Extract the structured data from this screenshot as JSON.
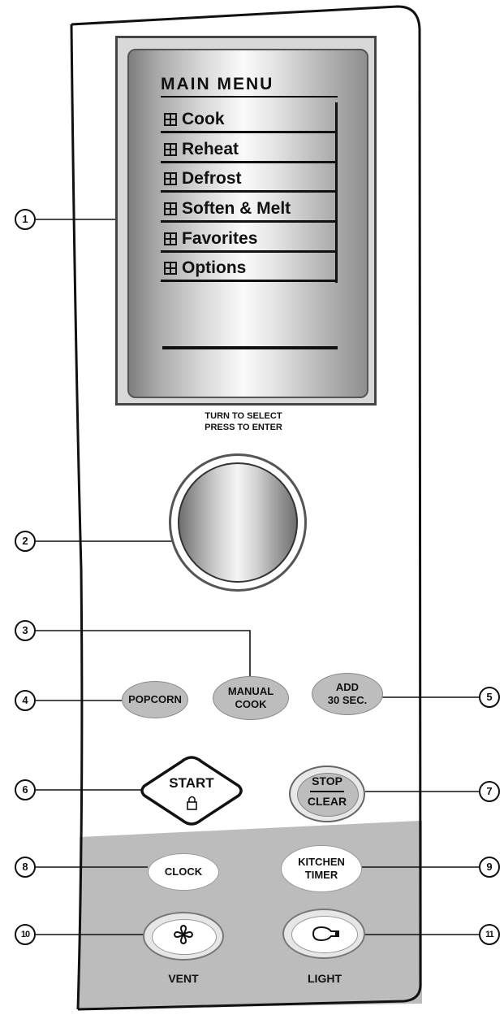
{
  "screen": {
    "title": "MAIN MENU",
    "items": [
      {
        "label": "Cook"
      },
      {
        "label": "Reheat"
      },
      {
        "label": "Defrost"
      },
      {
        "label": "Soften & Melt"
      },
      {
        "label": "Favorites"
      },
      {
        "label": "Options"
      }
    ]
  },
  "dial": {
    "caption_line1": "TURN TO SELECT",
    "caption_line2": "PRESS TO ENTER"
  },
  "buttons": {
    "popcorn": "POPCORN",
    "manual_cook_1": "MANUAL",
    "manual_cook_2": "COOK",
    "add30_1": "ADD",
    "add30_2": "30 SEC.",
    "start": "START",
    "stop": "STOP",
    "clear": "CLEAR",
    "clock": "CLOCK",
    "kitchen_timer_1": "KITCHEN",
    "kitchen_timer_2": "TIMER",
    "vent": "VENT",
    "light": "LIGHT"
  },
  "callouts": [
    "1",
    "2",
    "3",
    "4",
    "5",
    "6",
    "7",
    "8",
    "9",
    "10",
    "11"
  ],
  "icons": {
    "start_lock": "lock-icon",
    "vent": "fan-icon",
    "light": "light-bulb-icon"
  },
  "colors": {
    "panel_shade": "#b9b9b9",
    "button_gray": "#bdbdbd",
    "outline": "#111111"
  }
}
